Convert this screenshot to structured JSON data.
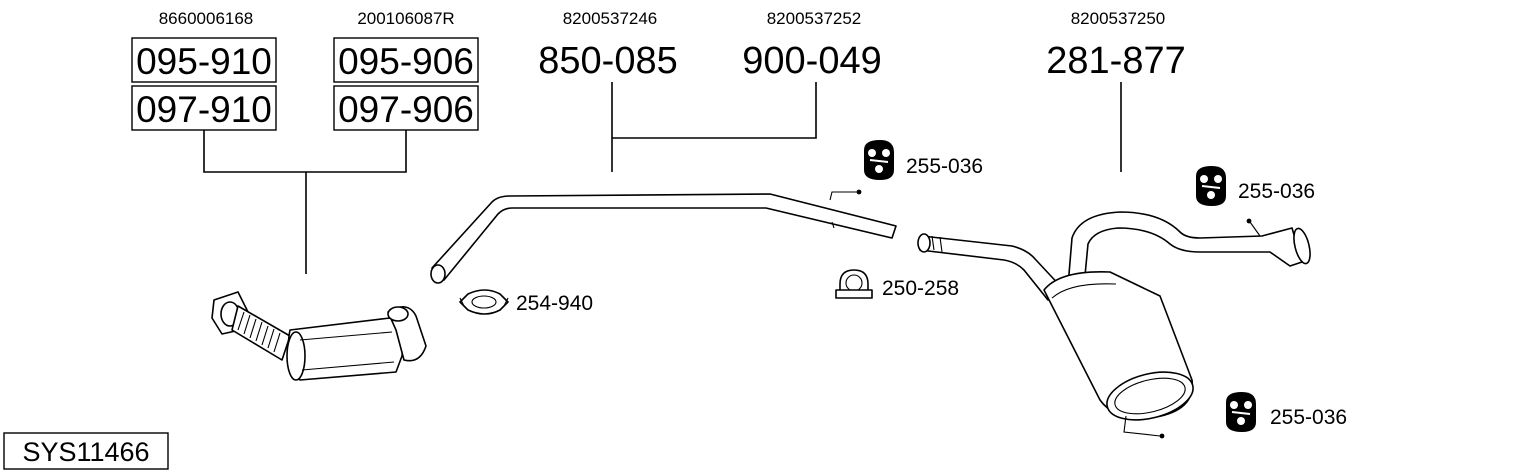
{
  "groups": [
    {
      "oem": "8660006168",
      "parts": [
        "095-910",
        "097-910"
      ]
    },
    {
      "oem": "200106087R",
      "parts": [
        "095-906",
        "097-906"
      ]
    },
    {
      "oem": "8200537246",
      "parts": [
        "850-085"
      ]
    },
    {
      "oem": "8200537252",
      "parts": [
        "900-049"
      ]
    },
    {
      "oem": "8200537250",
      "parts": [
        "281-877"
      ]
    }
  ],
  "accessories": [
    {
      "part": "255-036",
      "icon": "rubber-hanger-icon"
    },
    {
      "part": "254-940",
      "icon": "pipe-clamp-icon"
    },
    {
      "part": "250-258",
      "icon": "u-bolt-clamp-icon"
    },
    {
      "part": "255-036",
      "icon": "rubber-hanger-icon"
    },
    {
      "part": "255-036",
      "icon": "rubber-hanger-icon"
    }
  ],
  "system_code": "SYS11466",
  "colors": {
    "line": "#000000",
    "background": "#ffffff"
  }
}
